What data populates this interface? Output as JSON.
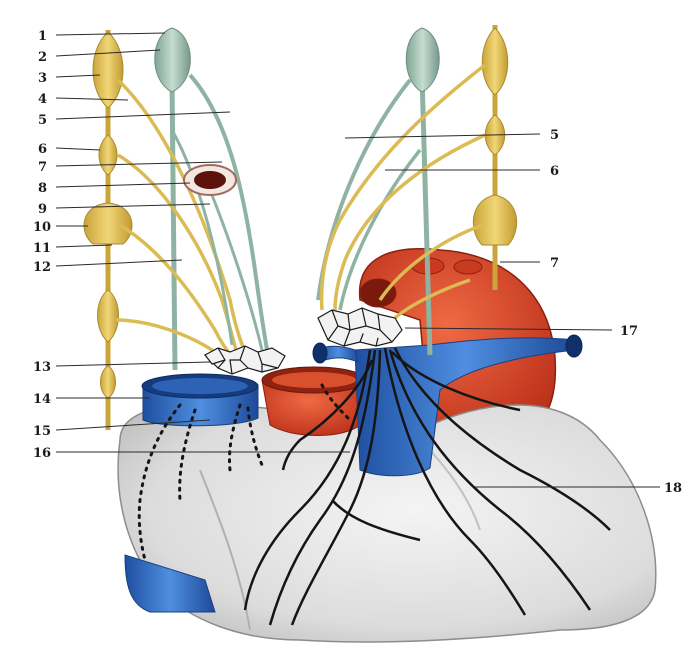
{
  "labels": {
    "left": [
      "1",
      "2",
      "3",
      "4",
      "5",
      "6",
      "7",
      "8",
      "9",
      "10",
      "11",
      "12",
      "13",
      "14",
      "15",
      "16"
    ],
    "right": [
      "5",
      "6",
      "7",
      "17",
      "18"
    ]
  },
  "colors": {
    "sympathetic_trunk": "#e3c35a",
    "vagus_nerve": "#9fc3b2",
    "aorta": "#d8412a",
    "superior_vena_cava": "#2f6fc4",
    "heart_surface": "#e6e6e6",
    "nerve_branches": "#151515"
  }
}
